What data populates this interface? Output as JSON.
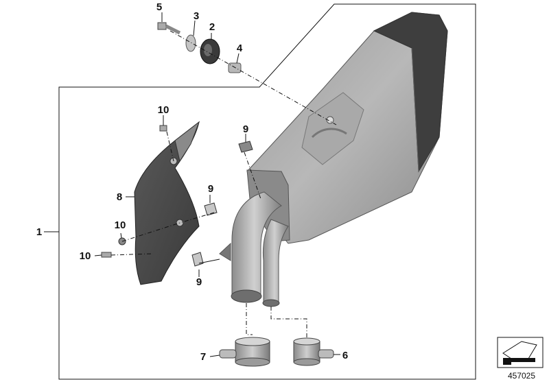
{
  "callouts": {
    "c1": "1",
    "c2": "2",
    "c3": "3",
    "c4": "4",
    "c5": "5",
    "c6": "6",
    "c7": "7",
    "c8": "8",
    "c9a": "9",
    "c9b": "9",
    "c9c": "9",
    "c10a": "10",
    "c10b": "10",
    "c10c": "10"
  },
  "document_number": "457025",
  "icons": {
    "corner_icon": "arrow-symbol-icon"
  }
}
